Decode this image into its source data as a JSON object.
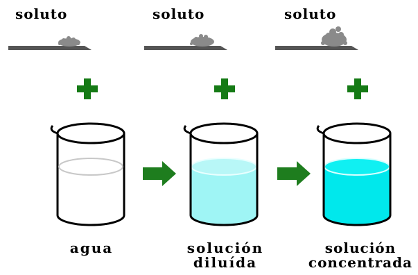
{
  "stages": [
    {
      "solute_label": "soluto",
      "caption_lines": [
        "agua"
      ],
      "solution_color": "#ffffff",
      "solute_amount": "small"
    },
    {
      "solute_label": "soluto",
      "caption_lines": [
        "solución",
        "diluída"
      ],
      "solution_color": "#9ff5f5",
      "solute_amount": "medium"
    },
    {
      "solute_label": "soluto",
      "caption_lines": [
        "solución",
        "concentrada"
      ],
      "solution_color": "#00e8ec",
      "solute_amount": "large"
    }
  ],
  "colors": {
    "plus": "#157a15",
    "arrow": "#1e7d1e",
    "outline": "#000000",
    "tray": "#555555",
    "solute": "#8a8a8a"
  }
}
